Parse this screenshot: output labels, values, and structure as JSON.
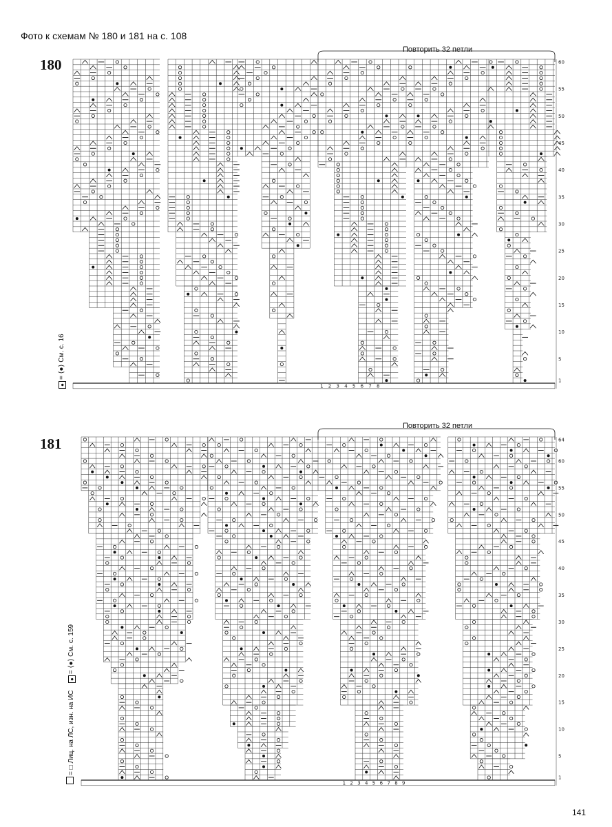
{
  "page": {
    "header": "Фото к схемам № 180 и 181 на с. 108",
    "page_number": "141"
  },
  "chart180": {
    "number": "180",
    "repeat_label": "Повторить 32 петли",
    "legend": "= ⟨●⟩ См. с. 16",
    "row_labels": [
      "1",
      "5",
      "10",
      "15",
      "20",
      "25",
      "30",
      "35",
      "40",
      "45",
      "50",
      "55",
      "60"
    ],
    "stitch_labels": [
      "8",
      "7",
      "6",
      "5",
      "4",
      "3",
      "2",
      "1"
    ]
  },
  "chart181": {
    "number": "181",
    "repeat_label": "Повторить 32 петли",
    "legend_knit": "= □ Лиц. на ЛС, изн. на ИС",
    "legend_symbol": "= ⟨●⟩ См. с. 159",
    "row_labels": [
      "1",
      "5",
      "10",
      "15",
      "20",
      "25",
      "30",
      "35",
      "40",
      "45",
      "50",
      "55",
      "60",
      "64"
    ],
    "stitch_labels": [
      "9",
      "8",
      "7",
      "6",
      "5",
      "4",
      "3",
      "2",
      "1"
    ]
  }
}
